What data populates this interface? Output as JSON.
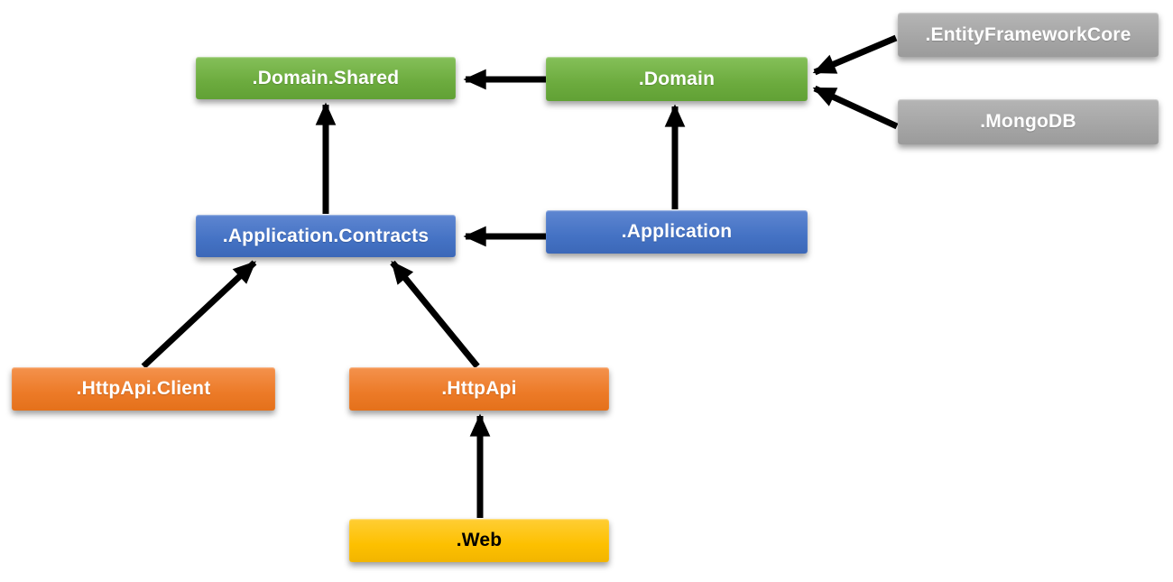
{
  "diagram": {
    "type": "dependency-diagram",
    "background": "#ffffff",
    "arrow_color": "#000000",
    "nodes": {
      "domain_shared": {
        "label": ".Domain.Shared",
        "color": "#70ad47",
        "text_color": "#ffffff"
      },
      "domain": {
        "label": ".Domain",
        "color": "#70ad47",
        "text_color": "#ffffff"
      },
      "entity_framework_core": {
        "label": ".EntityFrameworkCore",
        "color": "#a5a5a5",
        "text_color": "#ffffff"
      },
      "mongodb": {
        "label": ".MongoDB",
        "color": "#a5a5a5",
        "text_color": "#ffffff"
      },
      "application_contracts": {
        "label": ".Application.Contracts",
        "color": "#4472c4",
        "text_color": "#ffffff"
      },
      "application": {
        "label": ".Application",
        "color": "#4472c4",
        "text_color": "#ffffff"
      },
      "httpapi_client": {
        "label": ".HttpApi.Client",
        "color": "#ed7d31",
        "text_color": "#ffffff"
      },
      "httpapi": {
        "label": ".HttpApi",
        "color": "#ed7d31",
        "text_color": "#ffffff"
      },
      "web": {
        "label": ".Web",
        "color": "#ffc000",
        "text_color": "#000000"
      }
    },
    "edges": [
      {
        "from": ".Domain",
        "to": ".Domain.Shared"
      },
      {
        "from": ".EntityFrameworkCore",
        "to": ".Domain"
      },
      {
        "from": ".MongoDB",
        "to": ".Domain"
      },
      {
        "from": ".Application.Contracts",
        "to": ".Domain.Shared"
      },
      {
        "from": ".Application",
        "to": ".Domain"
      },
      {
        "from": ".Application",
        "to": ".Application.Contracts"
      },
      {
        "from": ".HttpApi.Client",
        "to": ".Application.Contracts"
      },
      {
        "from": ".HttpApi",
        "to": ".Application.Contracts"
      },
      {
        "from": ".Web",
        "to": ".HttpApi"
      }
    ]
  }
}
